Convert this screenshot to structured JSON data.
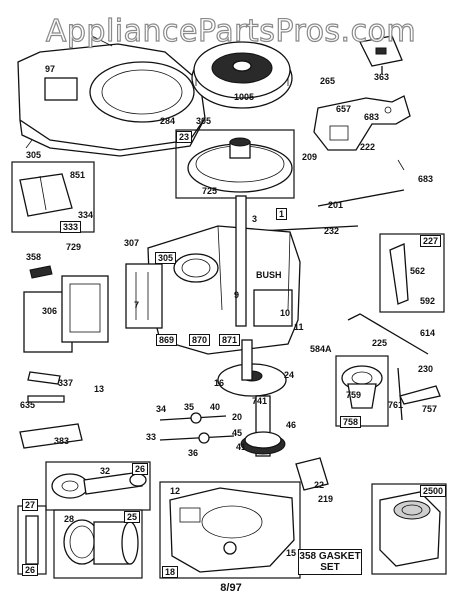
{
  "watermark": "AppliancePartsPros.com",
  "footer": "8/97",
  "gasket_set": {
    "number": "358",
    "line1": "GASKET",
    "line2": "SET"
  },
  "callouts": {
    "c97": "97",
    "c284": "284",
    "c305a": "305",
    "c305b": "305",
    "c1005": "1005",
    "c363": "363",
    "c265": "265",
    "c657": "657",
    "c683a": "683",
    "c683b": "683",
    "c222": "222",
    "c209": "209",
    "c725": "725",
    "c23": "23",
    "c851": "851",
    "c334": "334",
    "c333": "333",
    "c201": "201",
    "c232": "232",
    "c1": "1",
    "c3": "3",
    "c729": "729",
    "c358": "358",
    "c307": "307",
    "c305c": "305",
    "c7": "7",
    "c9": "9",
    "cbush": "BUSH",
    "c10": "10",
    "c11": "11",
    "c227": "227",
    "c562": "562",
    "c592": "592",
    "c614": "614",
    "c225": "225",
    "c230": "230",
    "c306": "306",
    "c869": "869",
    "c870": "870",
    "c871": "871",
    "c584a": "584A",
    "c337": "337",
    "c13": "13",
    "c635": "635",
    "c383": "383",
    "c16": "16",
    "c24": "24",
    "c741": "741",
    "c759": "759",
    "c761": "761",
    "c757": "757",
    "c758": "758",
    "c34": "34",
    "c35": "35",
    "c40": "40",
    "c20": "20",
    "c33": "33",
    "c45": "45",
    "c41": "41",
    "c46": "46",
    "c36": "36",
    "c32": "32",
    "c26b": "26",
    "c22": "22",
    "c219": "219",
    "c27": "27",
    "c28": "28",
    "c25": "25",
    "c26": "26",
    "c12": "12",
    "c15": "15",
    "c18": "18",
    "c2500": "2500"
  },
  "colors": {
    "line": "#111111",
    "watermark_outline": "#8a8a8a",
    "background": "#ffffff"
  }
}
